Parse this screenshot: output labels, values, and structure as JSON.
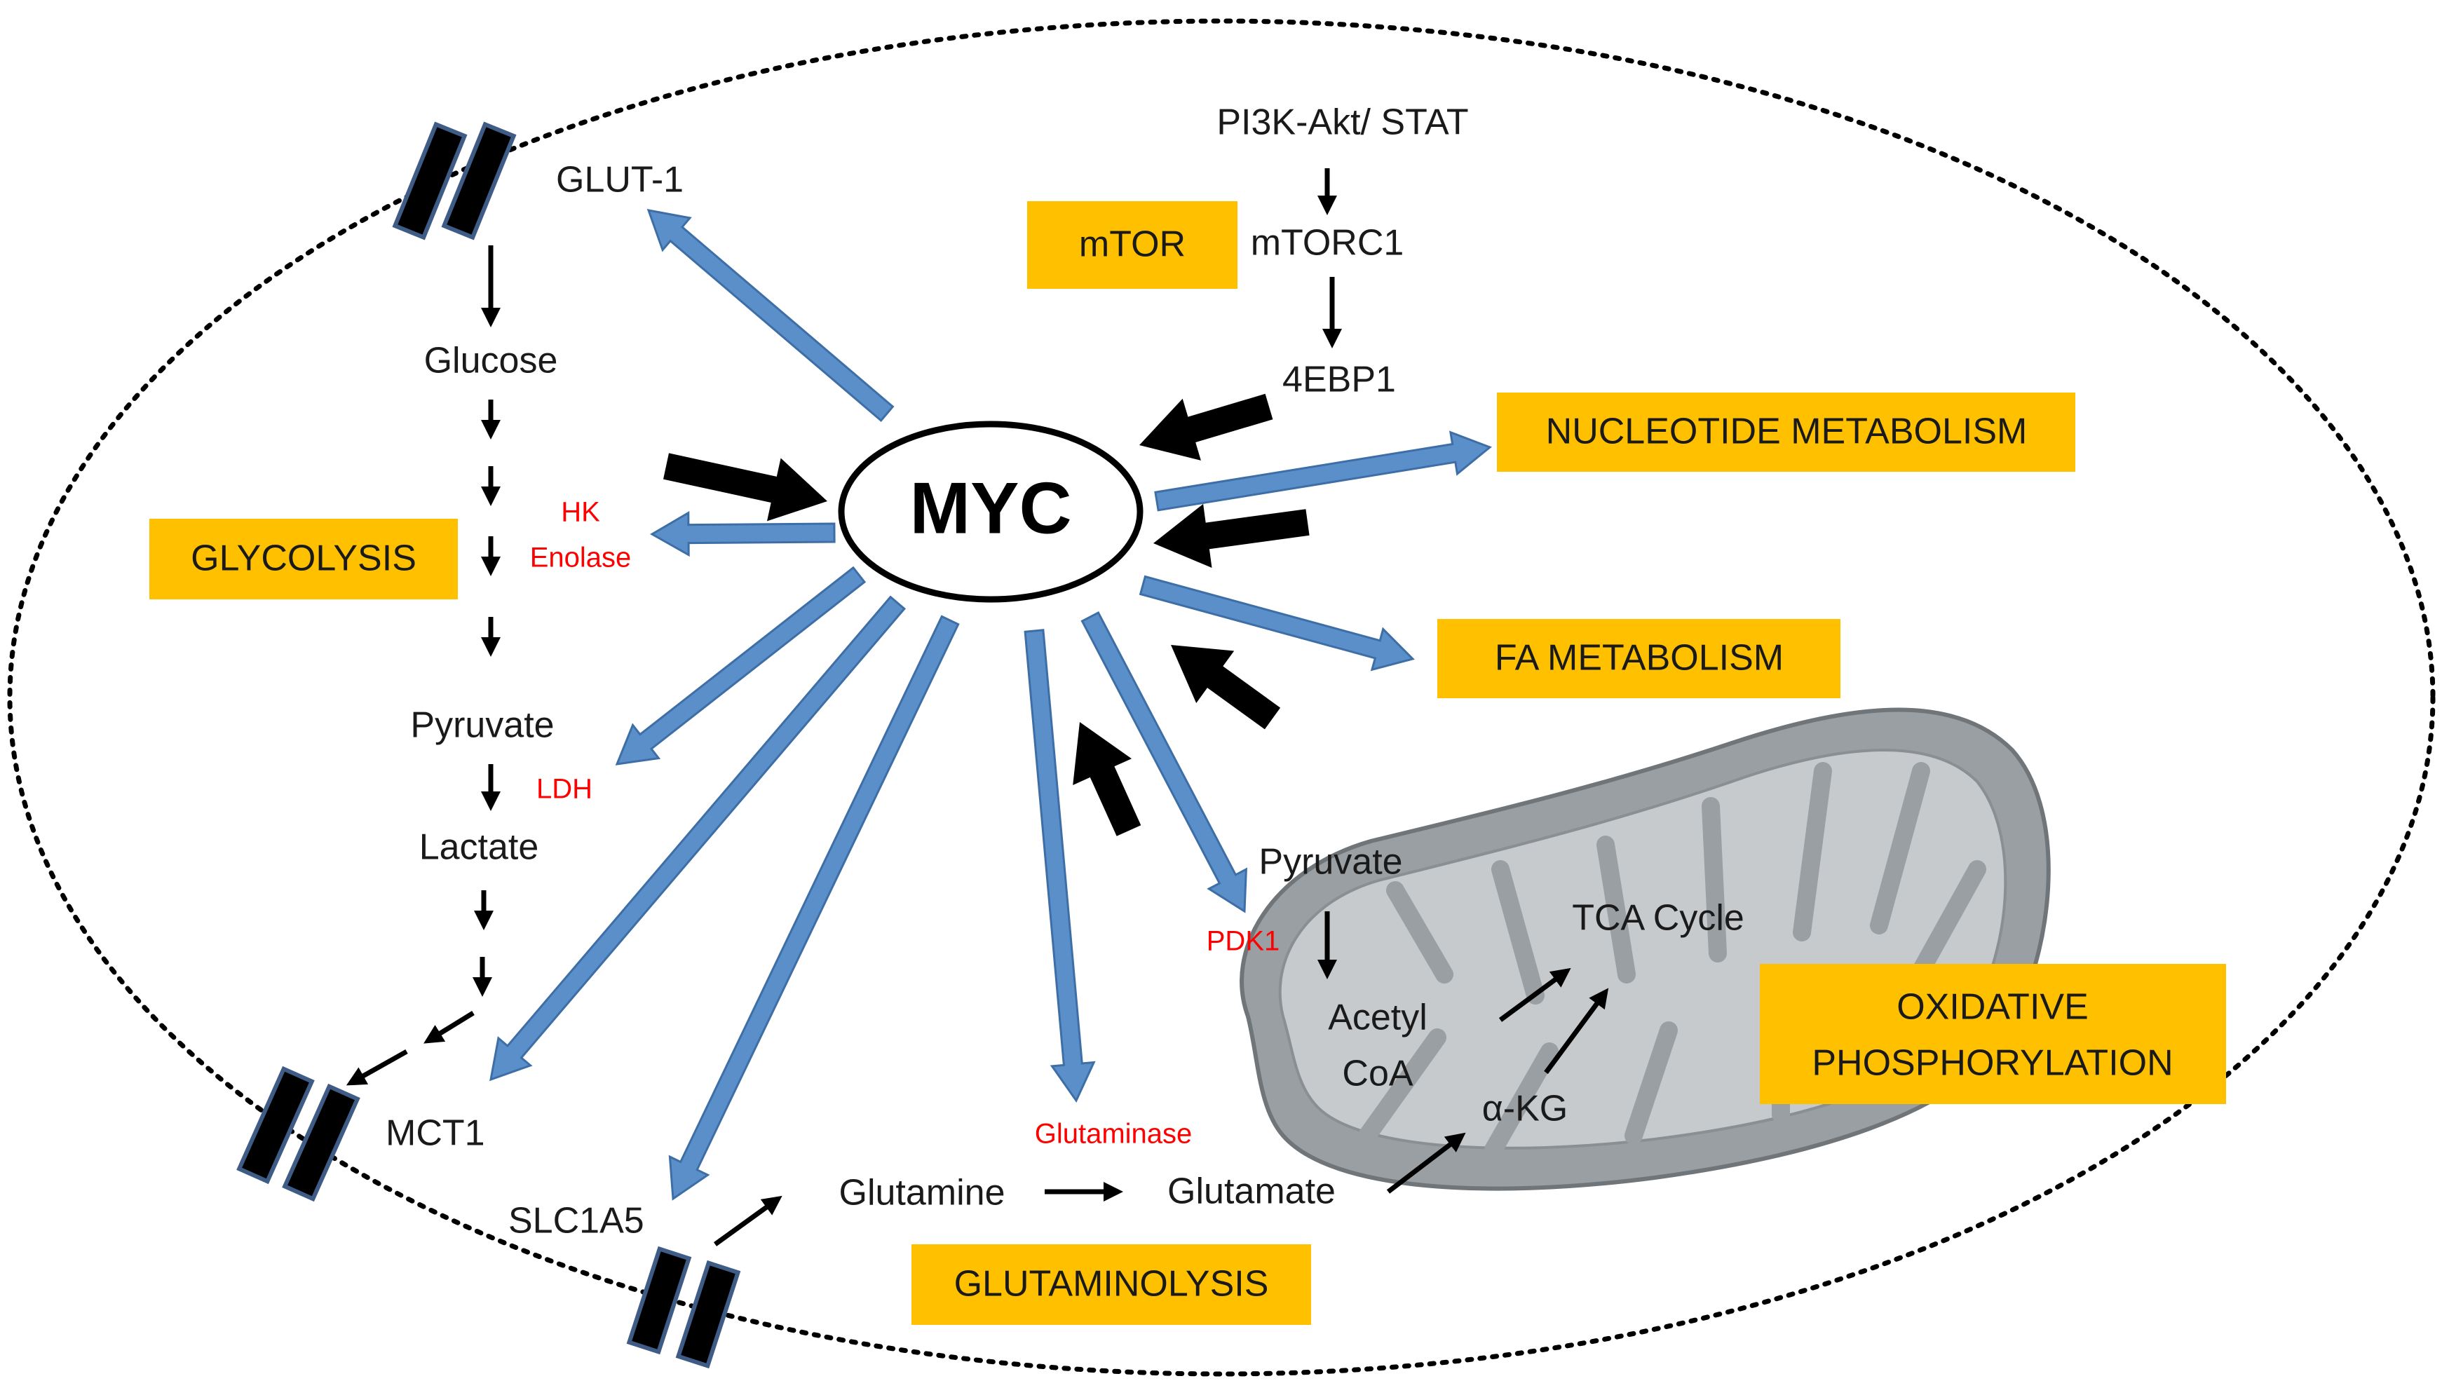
{
  "colors": {
    "box_fill": "#FFC000",
    "enzyme_text": "#FF0000",
    "blue_arrow": "#5B8FC9",
    "blue_arrow_edge": "#3E6EA6",
    "mito_outer": "#9A9FA3",
    "mito_inner": "#C6CACD",
    "black": "#000000"
  },
  "hub": {
    "label": "MYC"
  },
  "pathway_boxes": {
    "mtor": "mTOR",
    "glycolysis": "GLYCOLYSIS",
    "nucleotide": "NUCLEOTIDE METABOLISM",
    "fa": "FA METABOLISM",
    "oxphos_line1": "OXIDATIVE",
    "oxphos_line2": "PHOSPHORYLATION",
    "glutaminolysis": "GLUTAMINOLYSIS"
  },
  "metabolites": {
    "glut1": "GLUT-1",
    "glucose": "Glucose",
    "pyruvate_cyto": "Pyruvate",
    "lactate": "Lactate",
    "mct1": "MCT1",
    "slc1a5": "SLC1A5",
    "glutamine": "Glutamine",
    "glutamate": "Glutamate",
    "alpha_kg": "α-KG",
    "acetyl": "Acetyl",
    "coa": "CoA",
    "tca": "TCA Cycle",
    "pyruvate_mito": "Pyruvate",
    "pi3k": "PI3K-Akt/ STAT",
    "mtorc1": "mTORC1",
    "ebp1": "4EBP1"
  },
  "enzymes": {
    "hk": "HK",
    "enolase": "Enolase",
    "ldh": "LDH",
    "pdk1": "PDK1",
    "glutaminase": "Glutaminase"
  }
}
